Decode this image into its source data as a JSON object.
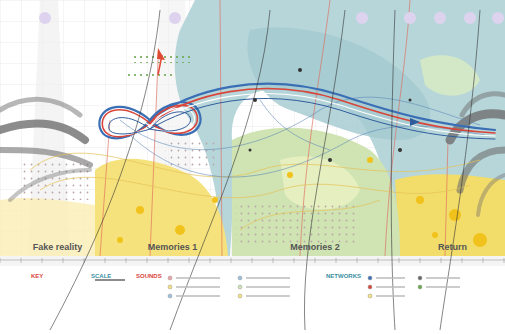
{
  "diagram": {
    "nodes": [
      {
        "text": [
          "Fake reality"
        ]
      },
      {
        "text": [
          "Memories 1"
        ]
      },
      {
        "text": [
          "Memories 2"
        ]
      },
      {
        "text": [
          "Return"
        ]
      }
    ],
    "labels": [
      "KEY",
      "SCALE",
      "SOUNDS",
      "NETWORKS"
    ]
  }
}
